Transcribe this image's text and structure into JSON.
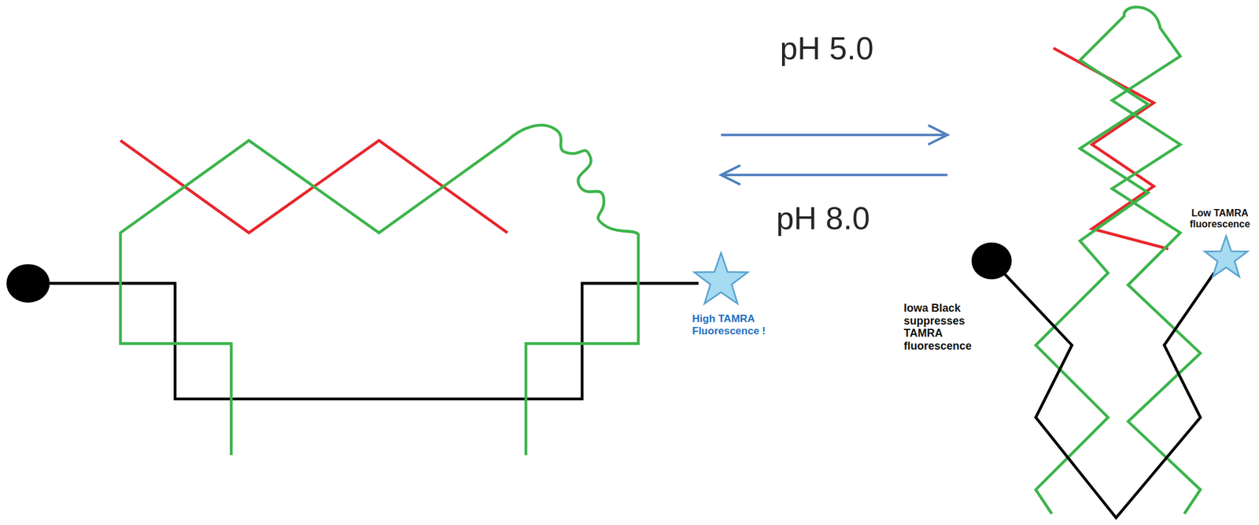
{
  "diagram": {
    "labels": [
      "pH 5.0",
      "pH 8.0",
      "High TAMRA Fluorescence !",
      "Iowa Black suppresses TAMRA fluorescence",
      "Low TAMRA fluorescence"
    ]
  }
}
